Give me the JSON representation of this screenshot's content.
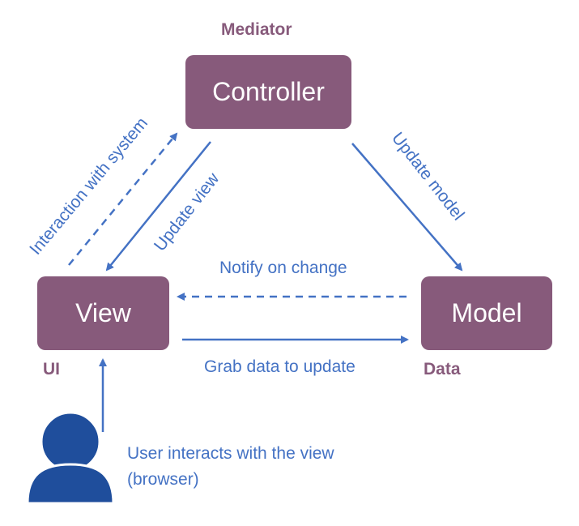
{
  "nodes": {
    "controller": "Controller",
    "view": "View",
    "model": "Model"
  },
  "roles": {
    "mediator": "Mediator",
    "ui": "UI",
    "data": "Data"
  },
  "edges": {
    "interaction": "Interaction with system",
    "update_view": "Update view",
    "update_model": "Update model",
    "notify": "Notify on change",
    "grab": "Grab data to update"
  },
  "user_text": {
    "line1": "User interacts with the view",
    "line2": "(browser)"
  },
  "colors": {
    "box": "#875a7b",
    "arrow": "#4472c4",
    "user_icon": "#1f4e9c",
    "role_text": "#875a7b"
  },
  "icons": {
    "user": "user-icon"
  }
}
